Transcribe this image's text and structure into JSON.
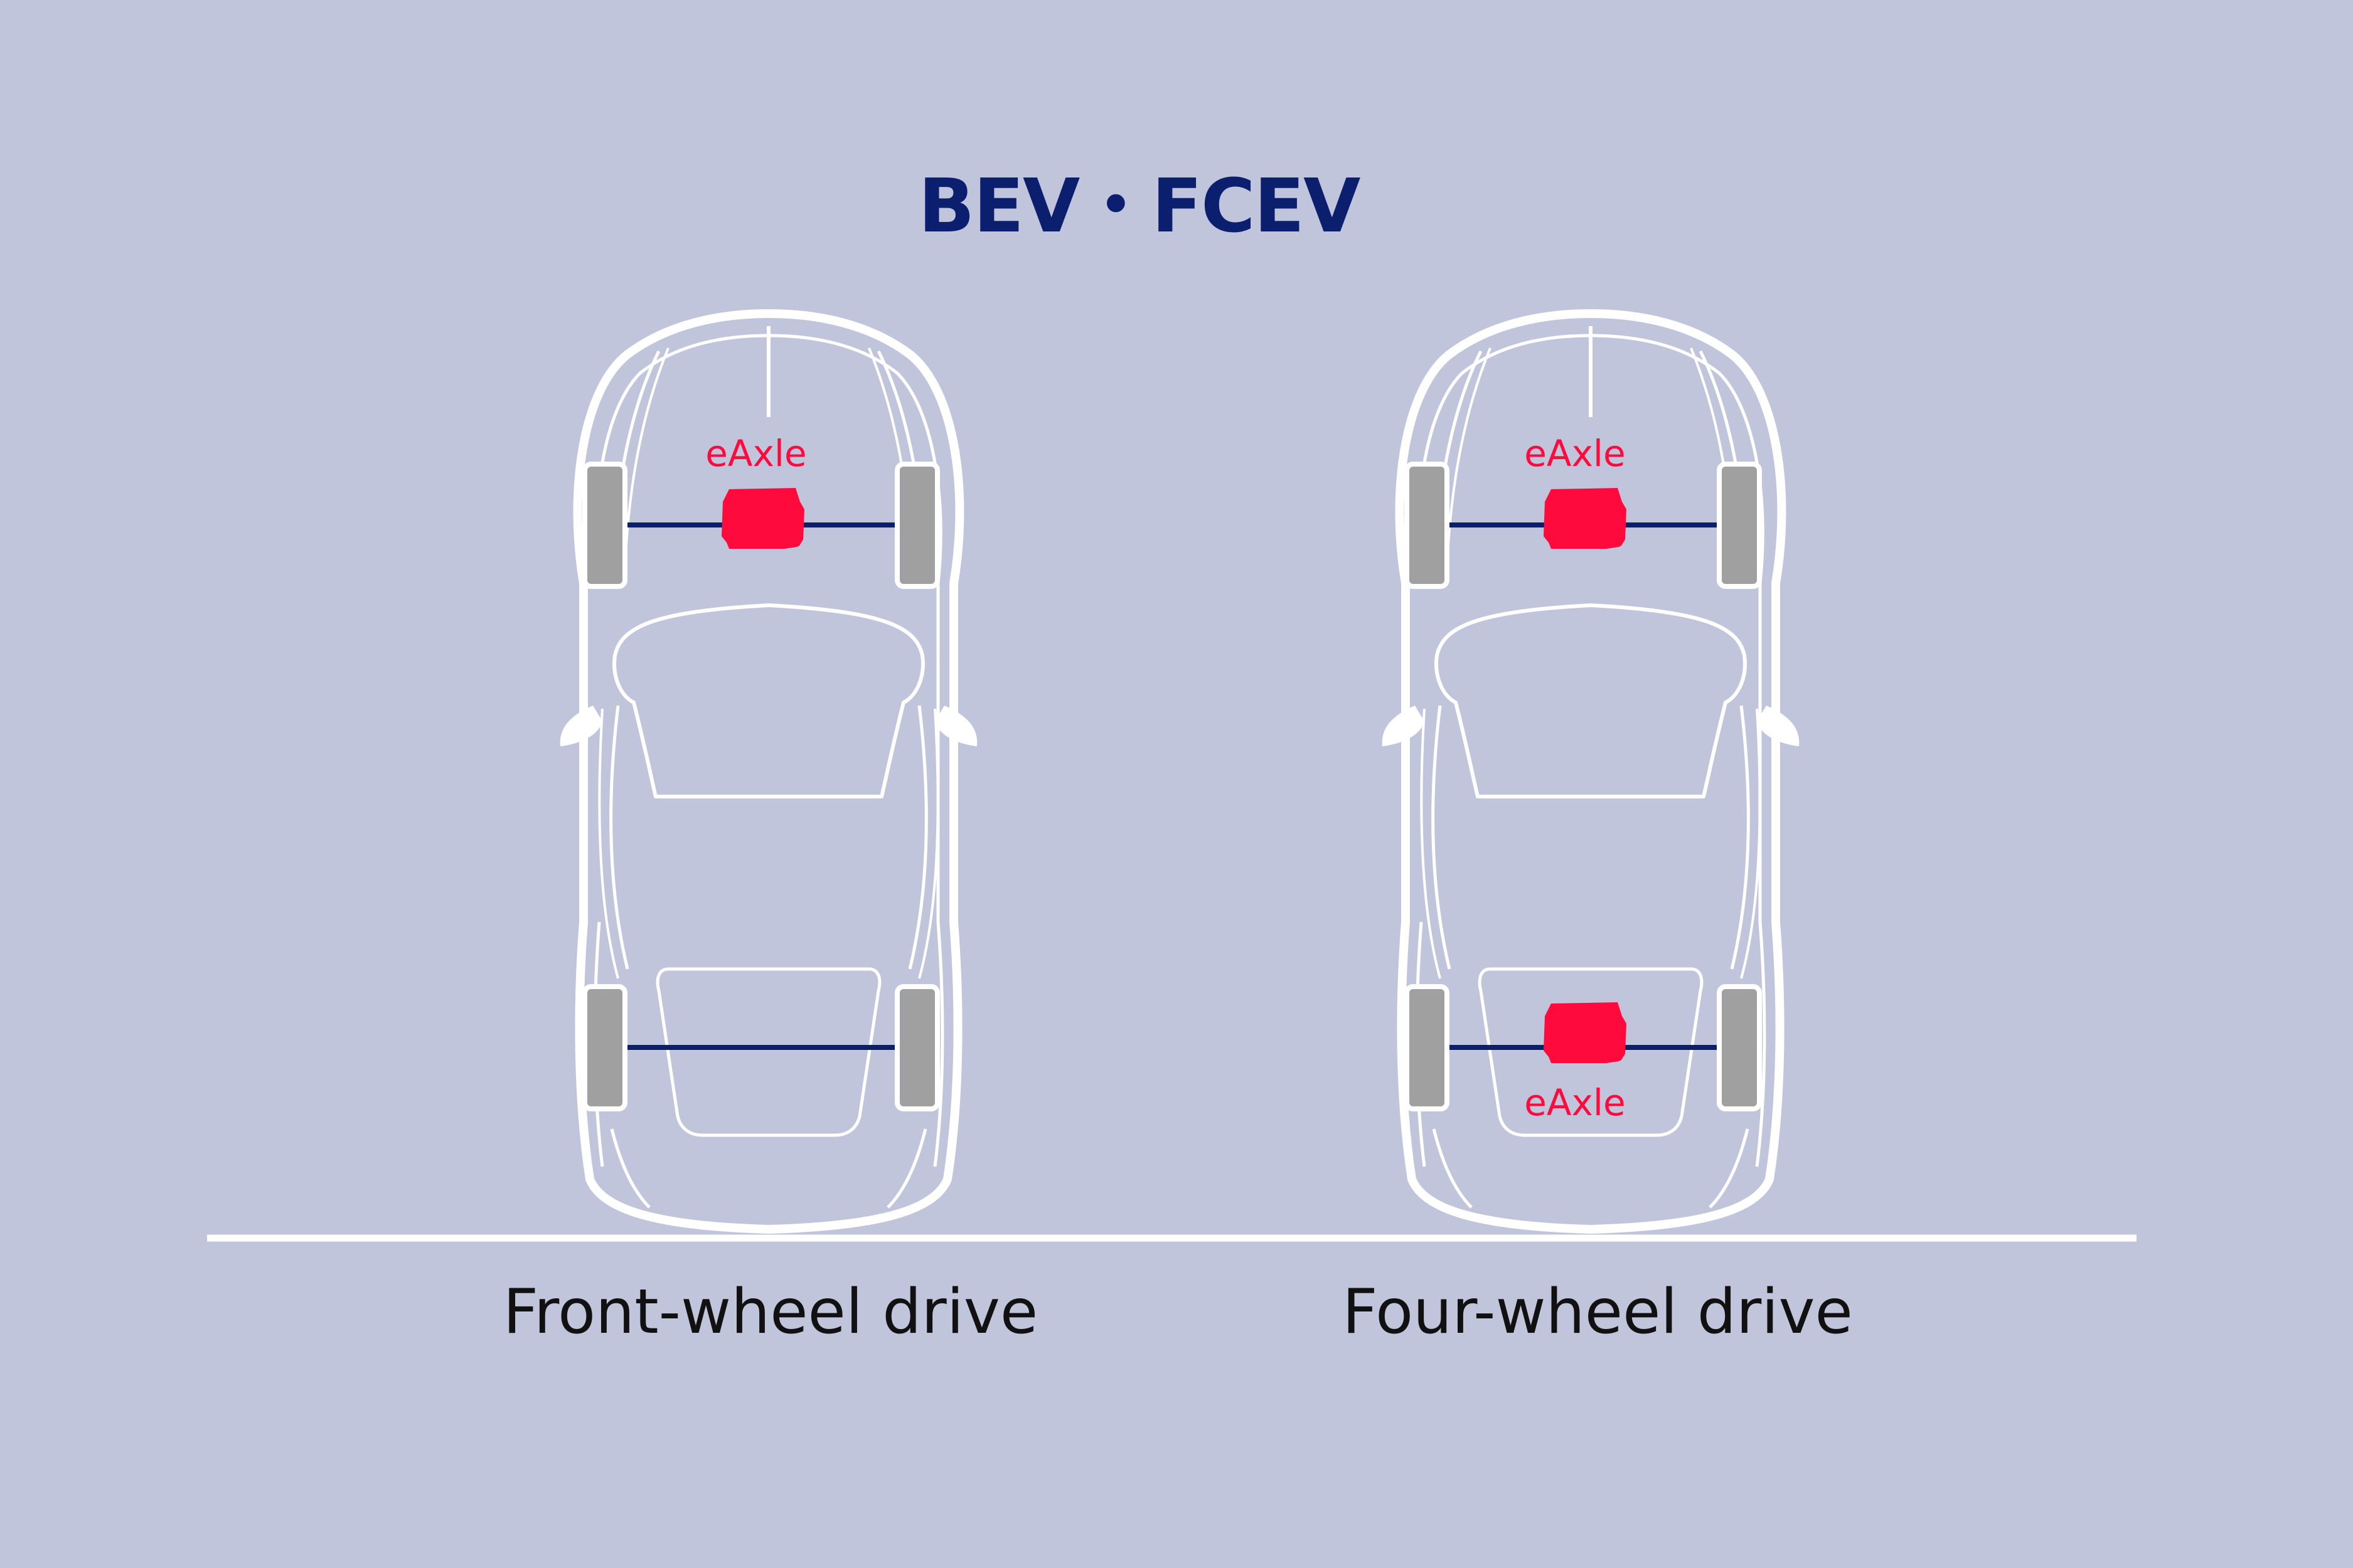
{
  "title": "BEV・FCEV",
  "diagrams": [
    {
      "caption": "Front-wheel drive",
      "front_label": "eAxle",
      "rear_label": ""
    },
    {
      "caption": "Four-wheel drive",
      "front_label": "eAxle",
      "rear_label": "eAxle"
    }
  ],
  "colors": {
    "background": "#c0c5dc",
    "title": "#0b1f6e",
    "caption": "#111111",
    "car_outline": "#ffffff",
    "wheel": "#a0a0a0",
    "axle": "#0c1f6b",
    "eaxle": "#ff0a3c"
  }
}
